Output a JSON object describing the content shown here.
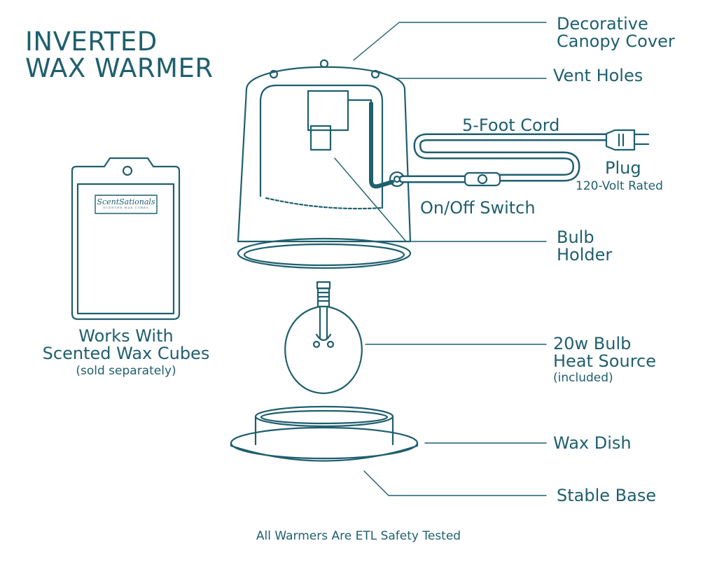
{
  "title": {
    "line1": "INVERTED",
    "line2": "WAX WARMER"
  },
  "labels": {
    "canopy": {
      "line1": "Decorative",
      "line2": "Canopy Cover"
    },
    "vent_holes": "Vent Holes",
    "cord": "5-Foot Cord",
    "plug": "Plug",
    "plug_rating": "120-Volt Rated",
    "switch": "On/Off Switch",
    "bulb_holder": {
      "line1": "Bulb",
      "line2": "Holder"
    },
    "bulb": {
      "line1": "20w Bulb",
      "line2": "Heat Source",
      "note": "(included)"
    },
    "wax_dish": "Wax Dish",
    "base": "Stable Base"
  },
  "wax_pack": {
    "brand": "ScentSationals",
    "brand_sub": "SCENTED WAX CUBES",
    "caption_line1": "Works With",
    "caption_line2": "Scented Wax Cubes",
    "caption_note": "(sold separately)"
  },
  "footer": "All Warmers Are ETL Safety Tested",
  "colors": {
    "ink": "#1f5f6e",
    "background": "#ffffff"
  }
}
